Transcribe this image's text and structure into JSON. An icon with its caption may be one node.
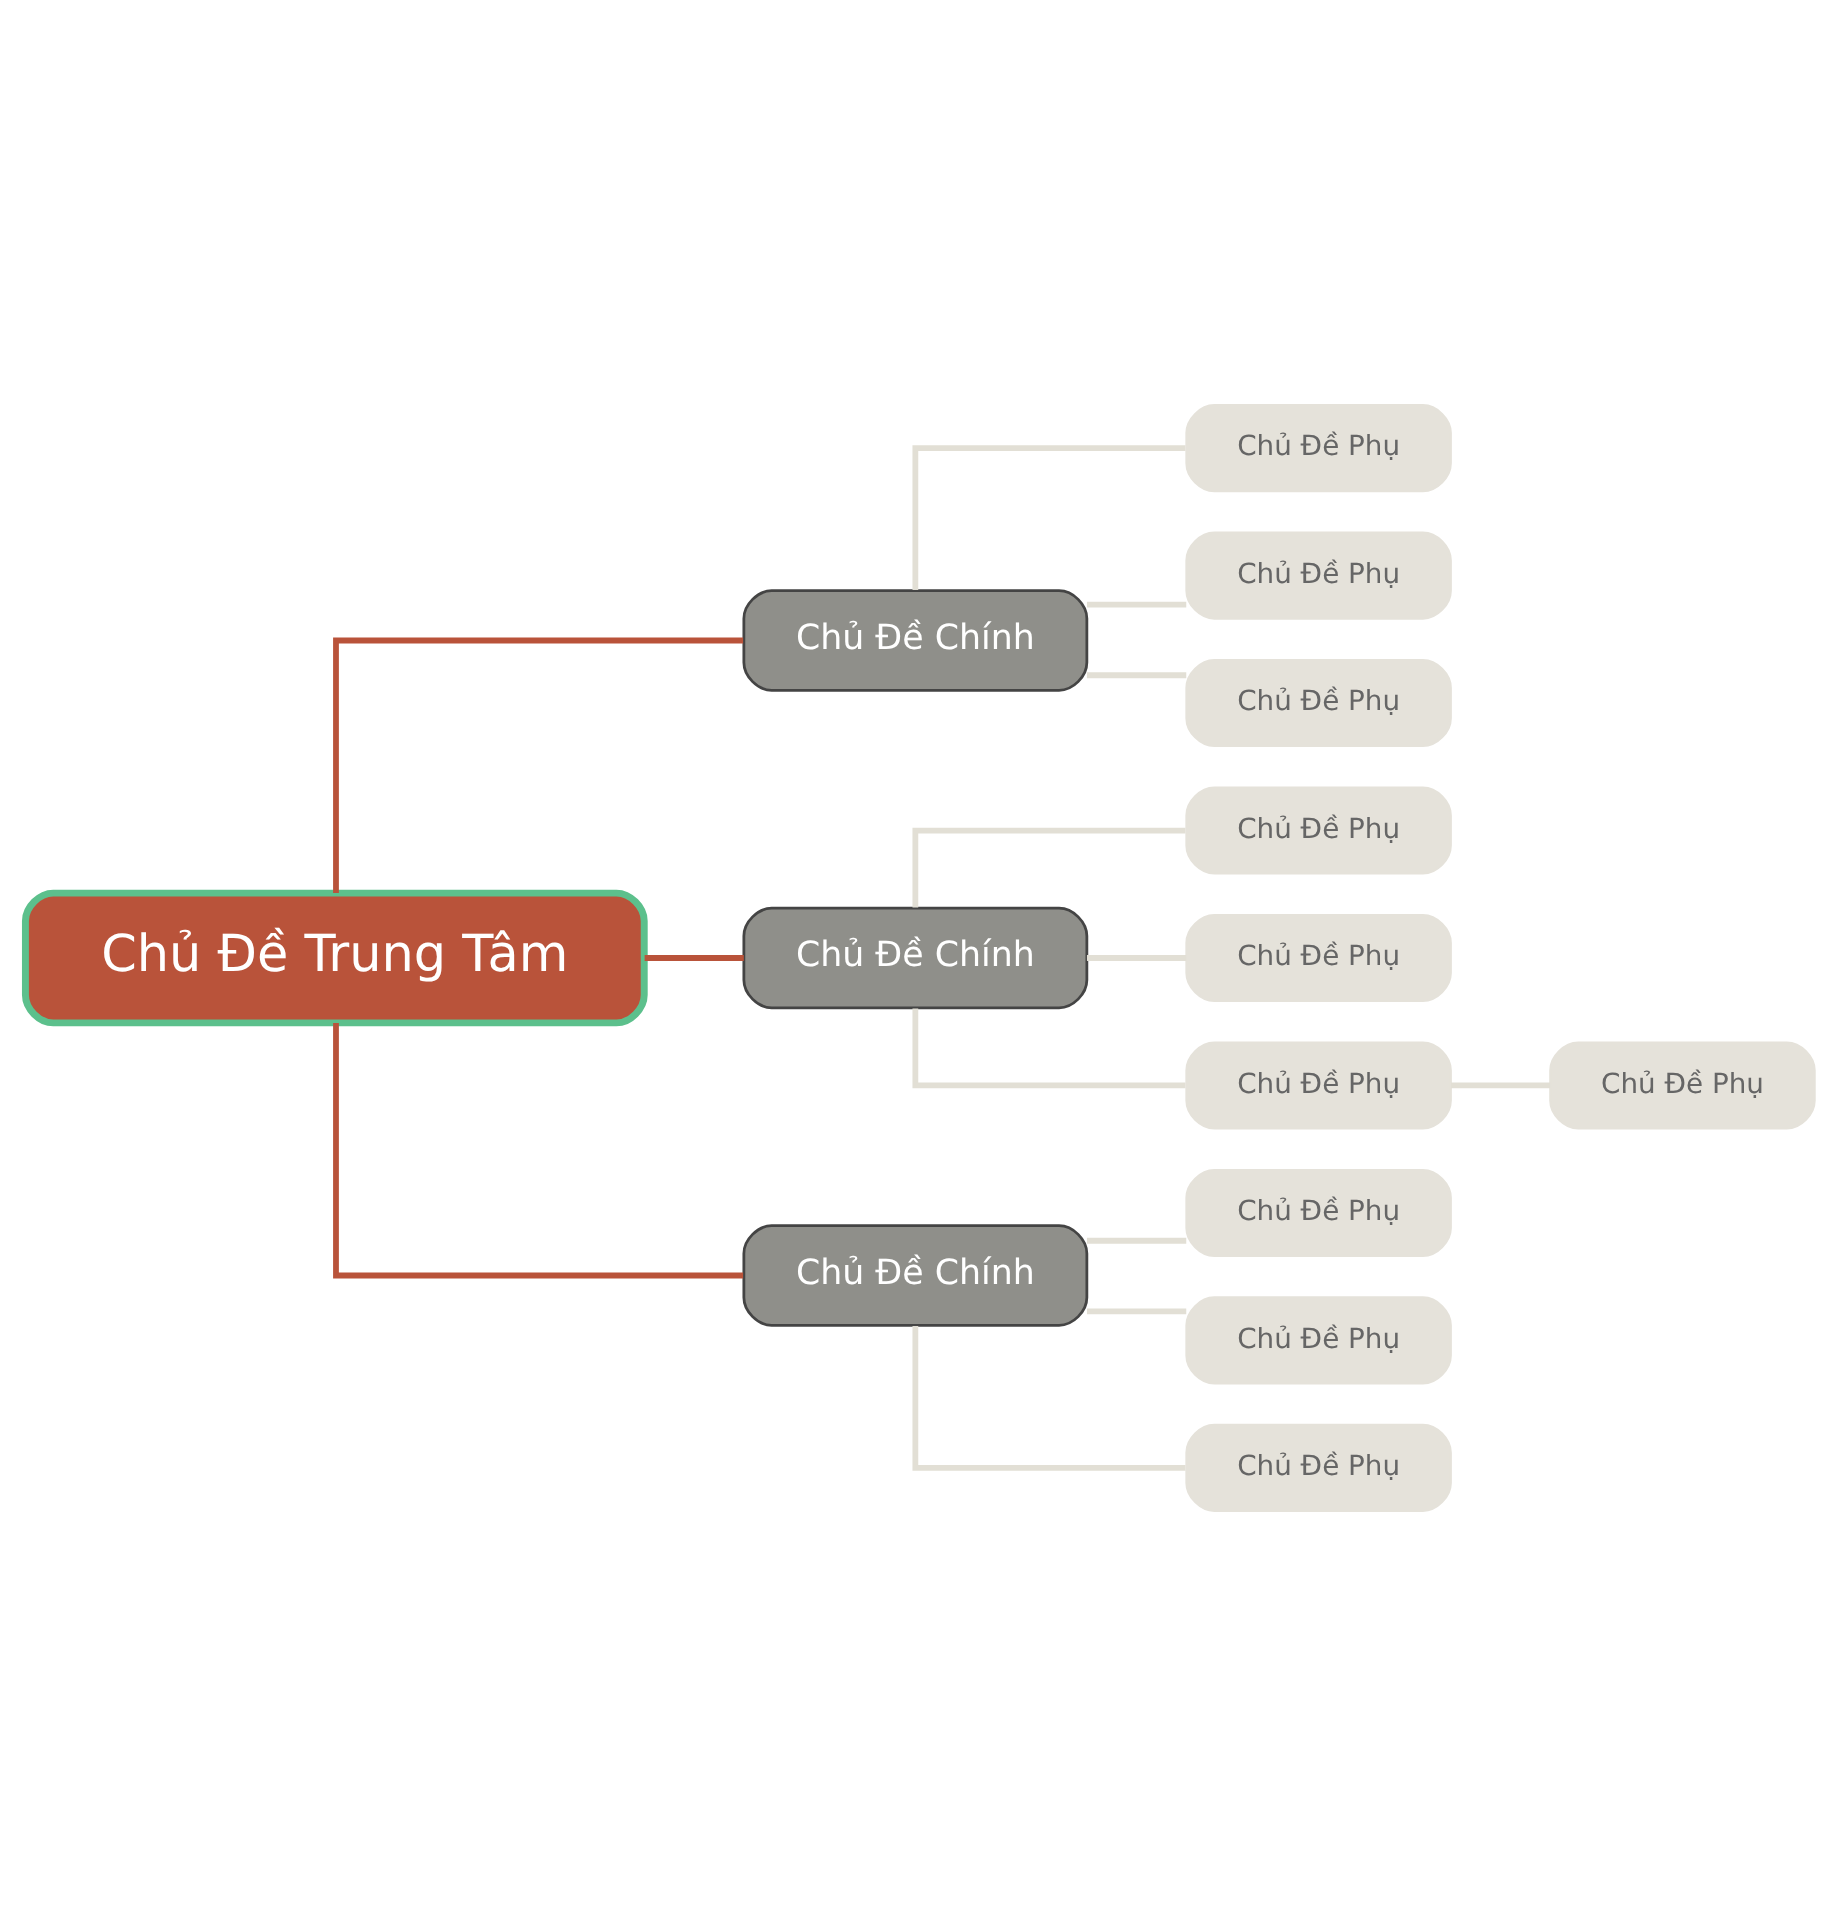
{
  "diagram": {
    "nodes": [
      {
        "text": [
          "Chủ Đề Trung Tâm"
        ]
      },
      {
        "text": [
          "Chủ Đề Chính"
        ]
      },
      {
        "text": [
          "Chủ Đề Phụ"
        ]
      },
      {
        "text": [
          "Chủ Đề Phụ"
        ]
      },
      {
        "text": [
          "Chủ Đề Phụ"
        ]
      },
      {
        "text": [
          "Chủ Đề Chính"
        ]
      },
      {
        "text": [
          "Chủ Đề Phụ"
        ]
      },
      {
        "text": [
          "Chủ Đề Phụ"
        ]
      },
      {
        "text": [
          "Chủ Đề Phụ"
        ]
      },
      {
        "text": [
          "Chủ Đề Phụ"
        ]
      },
      {
        "text": [
          "Chủ Đề Chính"
        ]
      },
      {
        "text": [
          "Chủ Đề Phụ"
        ]
      },
      {
        "text": [
          "Chủ Đề Phụ"
        ]
      },
      {
        "text": [
          "Chủ Đề Phụ"
        ]
      }
    ],
    "edges": [
      {
        "from": 0,
        "to": 1,
        "arrow": "none",
        "color": "#b9533a"
      },
      {
        "from": 1,
        "to": 2,
        "arrow": "none"
      },
      {
        "from": 1,
        "to": 3,
        "arrow": "none"
      },
      {
        "from": 1,
        "to": 4,
        "arrow": "none"
      },
      {
        "from": 0,
        "to": 5,
        "arrow": "none",
        "color": "#b9533a"
      },
      {
        "from": 5,
        "to": 6,
        "arrow": "none"
      },
      {
        "from": 5,
        "to": 7,
        "arrow": "none"
      },
      {
        "from": 5,
        "to": 8,
        "arrow": "none"
      },
      {
        "from": 8,
        "to": 9,
        "arrow": "none"
      },
      {
        "from": 0,
        "to": 10,
        "arrow": "none",
        "color": "#b9533a"
      },
      {
        "from": 10,
        "to": 11,
        "arrow": "none"
      },
      {
        "from": 10,
        "to": 12,
        "arrow": "none"
      },
      {
        "from": 10,
        "to": 13,
        "arrow": "none"
      }
    ]
  }
}
